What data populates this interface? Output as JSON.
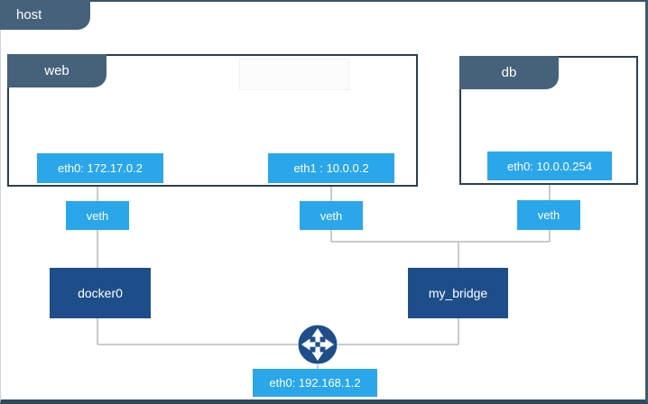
{
  "host": {
    "label": "host",
    "interface": {
      "label": "eth0: 192.168.1.2"
    }
  },
  "containers": [
    {
      "id": "web",
      "label": "web",
      "interfaces": [
        {
          "label": "eth0: 172.17.0.2"
        },
        {
          "label": "eth1 : 10.0.0.2"
        }
      ]
    },
    {
      "id": "db",
      "label": "db",
      "interfaces": [
        {
          "label": "eth0: 10.0.0.254"
        }
      ]
    }
  ],
  "veths": [
    {
      "label": "veth"
    },
    {
      "label": "veth"
    },
    {
      "label": "veth"
    }
  ],
  "bridges": [
    {
      "label": "docker0"
    },
    {
      "label": "my_bridge"
    }
  ],
  "icons": {
    "router": "router-icon"
  },
  "colors": {
    "tab_slate": "#46627a",
    "box_border": "#2b4050",
    "interface_blue": "#2aa6ea",
    "bridge_navy": "#1d4e89",
    "wire_gray": "#b9b9b9"
  }
}
